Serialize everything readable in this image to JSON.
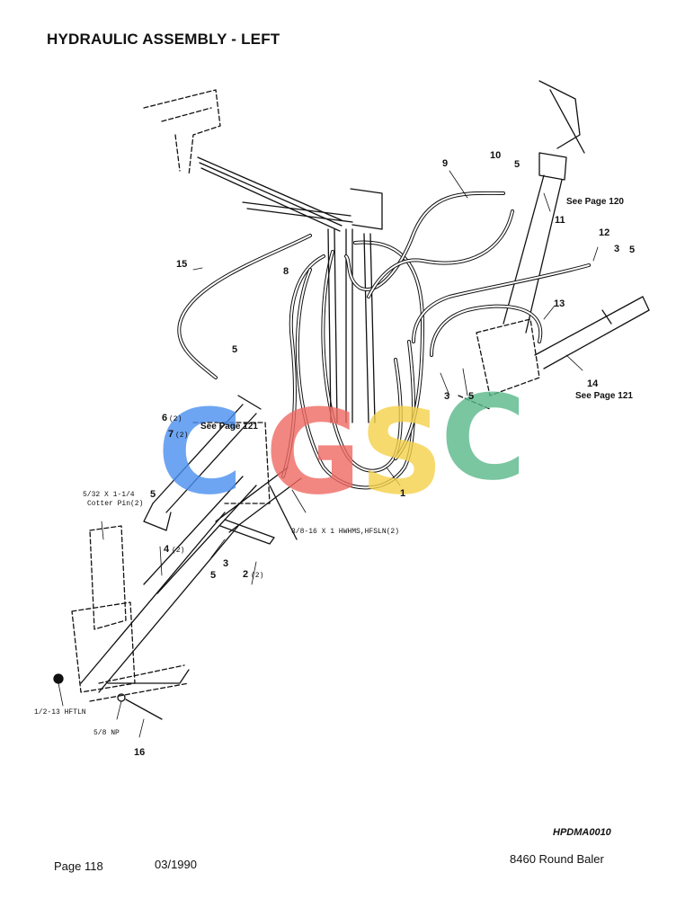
{
  "title": "HYDRAULIC ASSEMBLY - LEFT",
  "callouts": {
    "c1": "1",
    "c2": "2",
    "c2q": "(2)",
    "c3a": "3",
    "c3b": "3",
    "c3c": "3",
    "c4": "4",
    "c4q": "(2)",
    "c5a": "5",
    "c5b": "5",
    "c5c": "5",
    "c5d": "5",
    "c5e": "5",
    "c5f": "5",
    "c6": "6",
    "c6q": "(2)",
    "c7": "7",
    "c7q": "(2)",
    "c8": "8",
    "c9": "9",
    "c10": "10",
    "c11": "11",
    "c12": "12",
    "c13": "13",
    "c14": "14",
    "c15": "15",
    "c16": "16"
  },
  "notes": {
    "cotter_line1": "5/32 X 1-1/4",
    "cotter_line2": "Cotter Pin(2)",
    "bolt_note": "3/8-16 X 1 HWHMS,HFSLN(2)",
    "nut_note": "1/2-13 HFTLN",
    "np_note": "5/8 NP"
  },
  "see_pages": {
    "p120": "See Page 120",
    "p121a": "See Page 121",
    "p121b": "See Page 121"
  },
  "watermark": {
    "letters": [
      "C",
      "G",
      "S",
      "C"
    ],
    "colors": [
      "#4a8ff0",
      "#f06a64",
      "#f5d24a",
      "#5ab88a"
    ]
  },
  "footer": {
    "page": "Page 118",
    "date": "03/1990",
    "model": "8460 Round Baler",
    "drawing_code": "HPDMA0010"
  }
}
